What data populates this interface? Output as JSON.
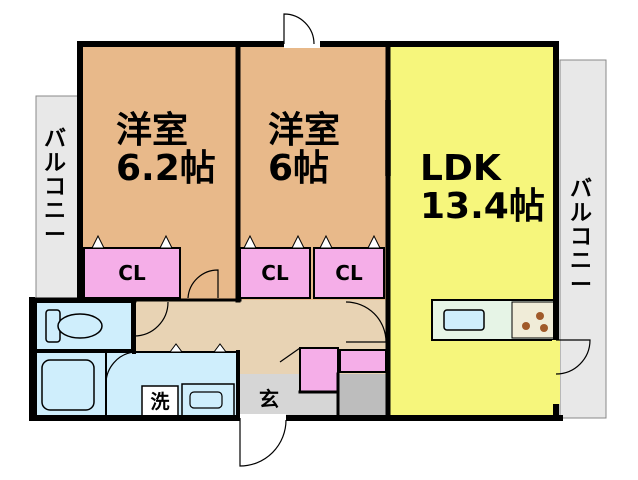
{
  "balcony_left": {
    "chars": [
      "バ",
      "ル",
      "コ",
      "ニ",
      "ー"
    ]
  },
  "balcony_right": {
    "chars": [
      "バ",
      "ル",
      "コ",
      "ニ",
      "ー"
    ]
  },
  "room1": {
    "line1": "洋室",
    "line2": "6.2帖"
  },
  "room2": {
    "line1": "洋室",
    "line2": "6帖"
  },
  "ldk": {
    "line1": "LDK",
    "line2": "13.4帖"
  },
  "closets": {
    "cl1": "CL",
    "cl2": "CL",
    "cl3": "CL"
  },
  "laundry": {
    "label": "洗"
  },
  "entrance": {
    "label": "玄"
  },
  "colors": {
    "western_room": "#e8b98a",
    "ldk": "#f6f67c",
    "closet": "#f5aee8",
    "wet_area": "#cfeefc",
    "hall": "#e8d3b4",
    "balcony": "#e8e8e8",
    "entry": "#c8c8c8",
    "wall": "#000000"
  }
}
